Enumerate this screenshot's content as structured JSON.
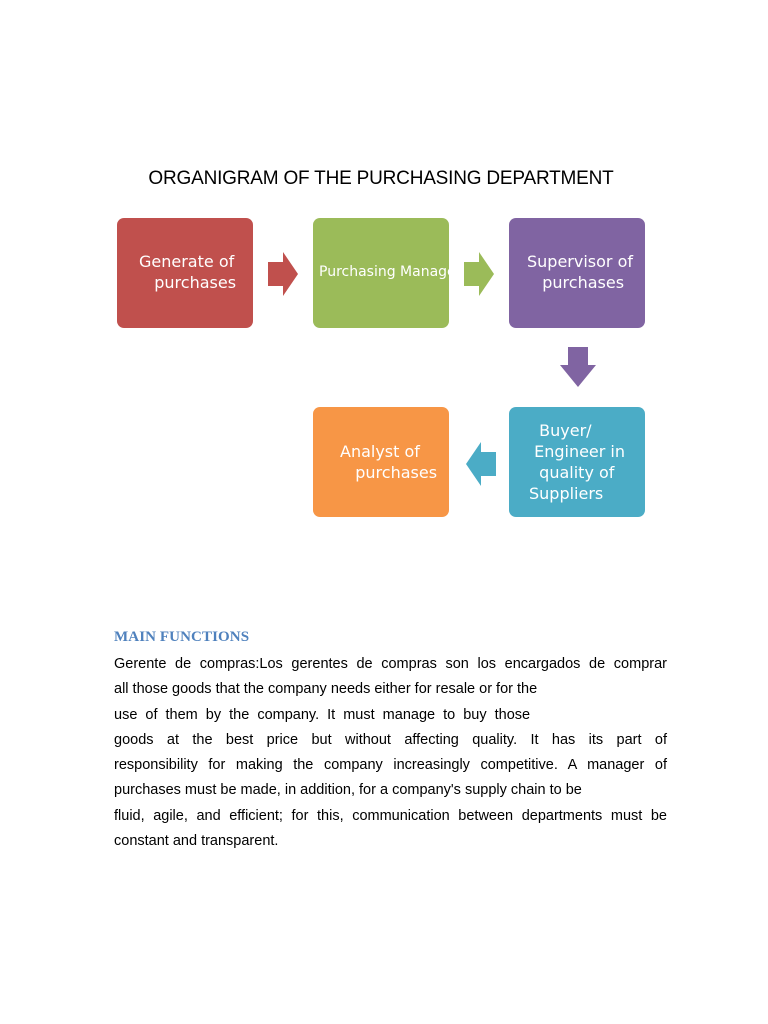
{
  "title": "ORGANIGRAM OF THE PURCHASING DEPARTMENT",
  "org_chart": {
    "boxes": [
      {
        "id": "generate",
        "lines": [
          "Generate of",
          "   purchases"
        ],
        "color": "#c0504d"
      },
      {
        "id": "manager",
        "lines": [
          "Purchasing Manage"
        ],
        "color": "#9bbb59"
      },
      {
        "id": "supervisor",
        "lines": [
          "Supervisor of",
          "   purchases"
        ],
        "color": "#8064a2"
      },
      {
        "id": "buyer",
        "lines": [
          "  Buyer/",
          " Engineer in",
          "  quality of",
          "Suppliers"
        ],
        "color": "#4bacc6"
      },
      {
        "id": "analyst",
        "lines": [
          "Analyst of",
          "   purchases"
        ],
        "color": "#f79646"
      }
    ],
    "arrows": [
      {
        "from": "generate",
        "to": "manager",
        "direction": "right",
        "color": "#c0504d"
      },
      {
        "from": "manager",
        "to": "supervisor",
        "direction": "right",
        "color": "#9bbb59"
      },
      {
        "from": "supervisor",
        "to": "buyer",
        "direction": "down",
        "color": "#8064a2"
      },
      {
        "from": "buyer",
        "to": "analyst",
        "direction": "left",
        "color": "#4bacc6"
      }
    ]
  },
  "section": {
    "heading": "MAIN FUNCTIONS",
    "heading_color": "#4f81bd",
    "lines": [
      "Gerente de compras:Los gerentes de compras son los encargados de comprar",
      "all those goods that the company needs either for resale or for the",
      "use of them by the company. It must manage to buy those",
      "goods at the best price but without affecting quality. It has its part of",
      "responsibility for making the company increasingly competitive. A manager of",
      "purchases must be made, in addition, for a company's supply chain to be",
      "fluid, agile, and efficient; for this, communication between departments must be",
      "constant and transparent."
    ]
  }
}
